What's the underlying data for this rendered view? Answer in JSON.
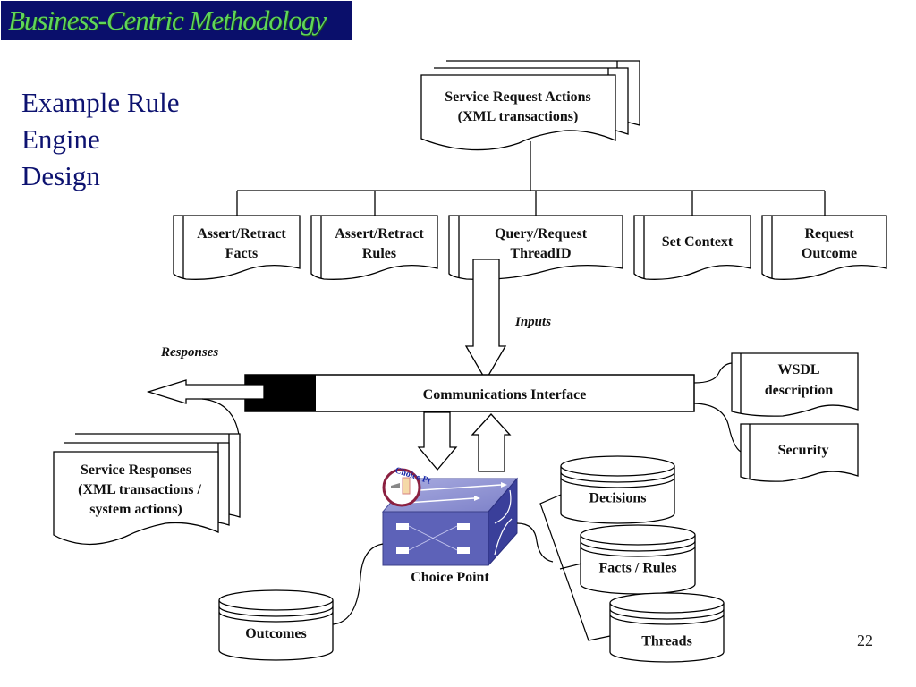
{
  "header": {
    "banner_text": "Business-Centric Methodology",
    "banner_bg": "#0a0f6b",
    "banner_fg": "#5fd65a"
  },
  "title": {
    "lines": [
      "Example Rule",
      "Engine",
      "Design"
    ],
    "color": "#0d1270"
  },
  "page_number": "22",
  "diagram": {
    "service_request": {
      "line1": "Service Request Actions",
      "line2": "(XML transactions)"
    },
    "request_types": [
      {
        "line1": "Assert/Retract",
        "line2": "Facts"
      },
      {
        "line1": "Assert/Retract",
        "line2": "Rules"
      },
      {
        "line1": "Query/Request",
        "line2": "ThreadID"
      },
      {
        "line1": "Set Context",
        "line2": ""
      },
      {
        "line1": "Request",
        "line2": "Outcome"
      }
    ],
    "inputs_label": "Inputs",
    "responses_label": "Responses",
    "comm_interface": "Communications Interface",
    "interface_docs": [
      {
        "line1": "WSDL",
        "line2": "description"
      },
      {
        "line1": "Security",
        "line2": ""
      }
    ],
    "service_responses": {
      "line1": "Service Responses",
      "line2": "(XML transactions /",
      "line3": "system actions)"
    },
    "choice_point": {
      "label": "Choice Point",
      "badge_text": "Choice Pt",
      "color": "#5a5fb5"
    },
    "datastores": [
      {
        "label": "Decisions"
      },
      {
        "label": "Facts / Rules"
      },
      {
        "label": "Threads"
      },
      {
        "label": "Outcomes"
      }
    ]
  }
}
